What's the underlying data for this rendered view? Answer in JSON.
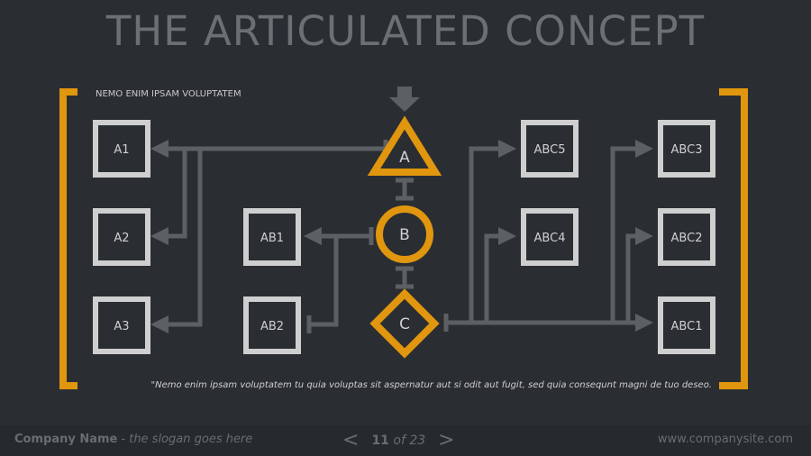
{
  "title": "THE ARTICULATED CONCEPT",
  "subtitle": "NEMO ENIM IPSAM VOLUPTATEM",
  "quote": "\"Nemo enim ipsam voluptatem tu quia voluptas sit aspernatur aut si odit aut fugit, sed quia consequnt magni de tuo deseo.",
  "nodes": {
    "a": "A",
    "b": "B",
    "c": "C"
  },
  "boxes": {
    "a1": "A1",
    "a2": "A2",
    "a3": "A3",
    "ab1": "AB1",
    "ab2": "AB2",
    "abc5": "ABC5",
    "abc4": "ABC4",
    "abc3": "ABC3",
    "abc2": "ABC2",
    "abc1": "ABC1"
  },
  "footer": {
    "company": "Company Name",
    "sep": "-",
    "slogan": "the slogan goes here",
    "page": "11",
    "of": "of 23",
    "prev": "<",
    "next": ">",
    "site": "www.companysite.com"
  },
  "colors": {
    "accent": "#e0960e",
    "line": "#5c5f63",
    "box": "#cfcfcf",
    "bg": "#2a2e33"
  }
}
